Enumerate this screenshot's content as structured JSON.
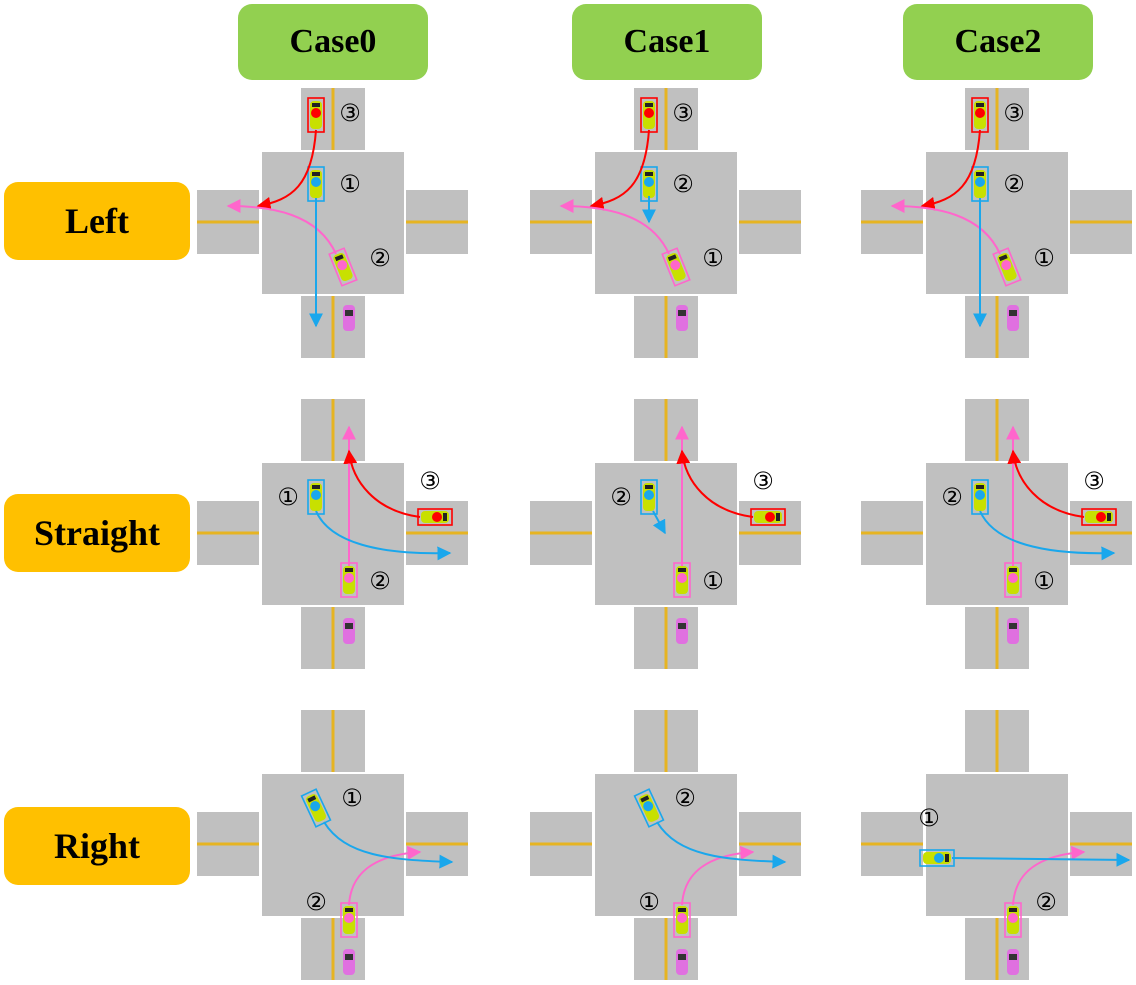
{
  "columns": [
    "Case0",
    "Case1",
    "Case2"
  ],
  "rows": [
    "Left",
    "Straight",
    "Right"
  ],
  "colors": {
    "road": "#c0c0c0",
    "lane_line": "#e6b422",
    "vehicle_blue": "#1aa7ec",
    "vehicle_pink": "#ff66cc",
    "vehicle_red": "#ff0000",
    "vehicle_body": "#c8e000",
    "parked": "#e070e0",
    "column_header": "#92d050",
    "row_header": "#ffc000"
  },
  "markers": [
    "①",
    "②",
    "③"
  ],
  "panels": [
    {
      "case": "Case0",
      "scenario": "Left",
      "vehicles": [
        {
          "color": "blue",
          "label": "①"
        },
        {
          "color": "pink",
          "label": "②"
        },
        {
          "color": "red",
          "label": "③"
        }
      ]
    },
    {
      "case": "Case1",
      "scenario": "Left",
      "vehicles": [
        {
          "color": "pink",
          "label": "①"
        },
        {
          "color": "blue",
          "label": "②"
        },
        {
          "color": "red",
          "label": "③"
        }
      ]
    },
    {
      "case": "Case2",
      "scenario": "Left",
      "vehicles": [
        {
          "color": "pink",
          "label": "①"
        },
        {
          "color": "blue",
          "label": "②"
        },
        {
          "color": "red",
          "label": "③"
        }
      ]
    },
    {
      "case": "Case0",
      "scenario": "Straight",
      "vehicles": [
        {
          "color": "blue",
          "label": "①"
        },
        {
          "color": "pink",
          "label": "②"
        },
        {
          "color": "red",
          "label": "③"
        }
      ]
    },
    {
      "case": "Case1",
      "scenario": "Straight",
      "vehicles": [
        {
          "color": "pink",
          "label": "①"
        },
        {
          "color": "blue",
          "label": "②"
        },
        {
          "color": "red",
          "label": "③"
        }
      ]
    },
    {
      "case": "Case2",
      "scenario": "Straight",
      "vehicles": [
        {
          "color": "pink",
          "label": "①"
        },
        {
          "color": "blue",
          "label": "②"
        },
        {
          "color": "red",
          "label": "③"
        }
      ]
    },
    {
      "case": "Case0",
      "scenario": "Right",
      "vehicles": [
        {
          "color": "blue",
          "label": "①"
        },
        {
          "color": "pink",
          "label": "②"
        }
      ]
    },
    {
      "case": "Case1",
      "scenario": "Right",
      "vehicles": [
        {
          "color": "pink",
          "label": "①"
        },
        {
          "color": "blue",
          "label": "②"
        }
      ]
    },
    {
      "case": "Case2",
      "scenario": "Right",
      "vehicles": [
        {
          "color": "blue",
          "label": "①"
        },
        {
          "color": "pink",
          "label": "②"
        }
      ]
    }
  ]
}
